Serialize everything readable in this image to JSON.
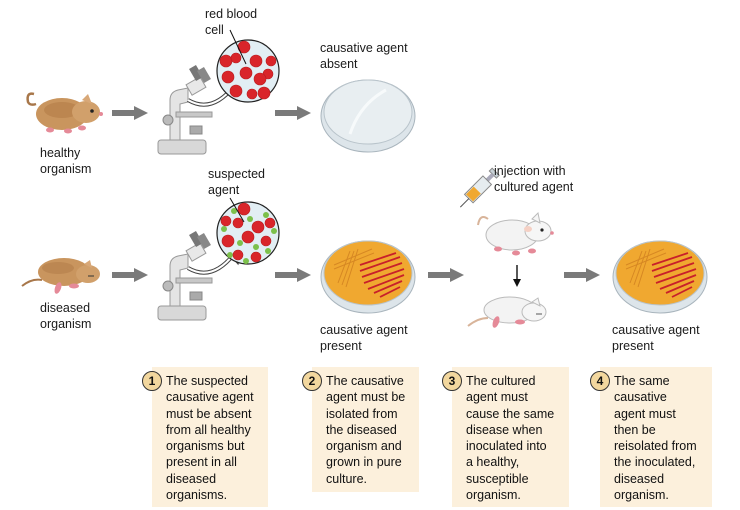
{
  "title": "Koch's postulates",
  "labels": {
    "healthy_organism": "healthy\norganism",
    "diseased_organism": "diseased\norganism",
    "red_blood_cell": "red blood\ncell",
    "suspected_agent": "suspected\nagent",
    "agent_absent": "causative agent\nabsent",
    "agent_present_1": "causative agent\npresent",
    "agent_present_2": "causative agent\npresent",
    "injection": "injection with\ncultured agent"
  },
  "steps": [
    {
      "number": "1",
      "text": "The suspected\ncausative agent\nmust be absent\nfrom all healthy\norganisms but\npresent in all\ndiseased\norganisms."
    },
    {
      "number": "2",
      "text": "The causative\nagent must be\nisolated from\nthe diseased\norganism and\ngrown in pure\nculture."
    },
    {
      "number": "3",
      "text": "The cultured\nagent must\ncause the same\ndisease when\ninoculated into\na healthy,\nsusceptible\norganism."
    },
    {
      "number": "4",
      "text": "The same\ncausative\nagent must\nthen be\nreisolated from\nthe inoculated,\ndiseased\norganism."
    }
  ],
  "colors": {
    "box_bg": "#fcf0dc",
    "badge_bg": "#f2d79e",
    "arrow": "#7a7a7a",
    "blood_cell": "#d9252a",
    "agent": "#7cc04b",
    "culture": "#f0a830"
  }
}
